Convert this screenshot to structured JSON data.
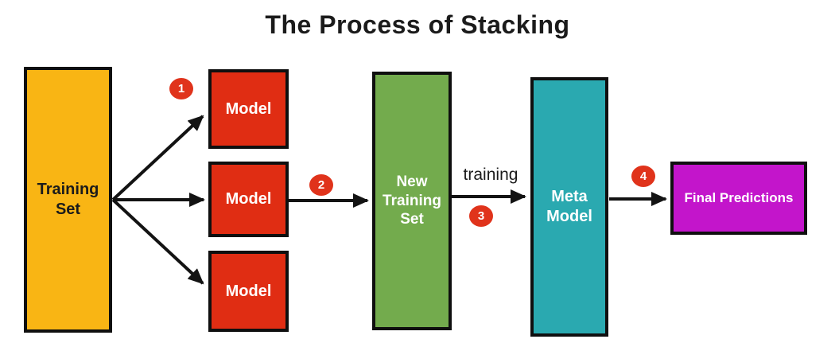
{
  "title": "The Process of Stacking",
  "colors": {
    "training_set": "#F9B514",
    "model": "#E02D13",
    "new_training_set": "#73AB4D",
    "meta_model": "#2AA9B0",
    "final_predictions": "#C315CB",
    "badge": "#E0331B",
    "arrow": "#131313",
    "text_dark": "#1B1B1B",
    "text_light": "#FFFFFF"
  },
  "nodes": {
    "training_set": {
      "label": "Training Set"
    },
    "model_1": {
      "label": "Model"
    },
    "model_2": {
      "label": "Model"
    },
    "model_3": {
      "label": "Model"
    },
    "new_training_set": {
      "label": "New Training Set"
    },
    "meta_model": {
      "label": "Meta Model"
    },
    "final_predictions": {
      "label": "Final Predictions"
    }
  },
  "steps": {
    "step1": "1",
    "step2": "2",
    "step3": "3",
    "step4": "4"
  },
  "edge_labels": {
    "training": "training"
  }
}
